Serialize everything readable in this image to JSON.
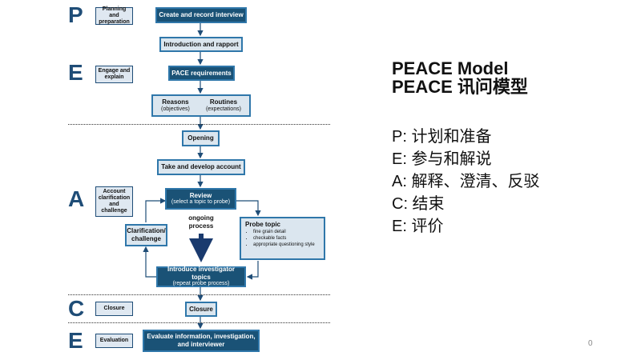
{
  "slide": {
    "title_line1": "PEACE Model",
    "title_line2": "PEACE 讯问模型",
    "list": [
      "P: 计划和准备",
      "E: 参与和解说",
      "A: 解释、澄清、反驳",
      "C: 结束",
      "E: 评价"
    ],
    "page_number": "0"
  },
  "diagram": {
    "stage_letters": [
      "P",
      "E",
      "A",
      "C",
      "E"
    ],
    "stage_labels": {
      "planning": "Planning and preparation",
      "engage": "Engage and explain",
      "account": "Account clarification and challenge",
      "closure": "Closure",
      "evaluation": "Evaluation"
    },
    "nodes": {
      "create_record": "Create and record interview",
      "intro_rapport": "Introduction and rapport",
      "pace_req": "PACE requirements",
      "reasons": "Reasons",
      "reasons_sub": "(objectives)",
      "routines": "Routines",
      "routines_sub": "(expectations)",
      "opening": "Opening",
      "take_account": "Take and develop account",
      "review": "Review",
      "review_sub": "(select a topic to probe)",
      "ongoing": "ongoing process",
      "clarification": "Clarification/ challenge",
      "probe_title": "Probe topic",
      "probe_items": [
        "fine grain detail",
        "checkable facts",
        "appropriate questioning style"
      ],
      "introduce": "Introduce investigator topics",
      "introduce_sub": "(repeat probe process)",
      "closure": "Closure",
      "evaluate": "Evaluate information, investigation, and interviewer"
    }
  }
}
